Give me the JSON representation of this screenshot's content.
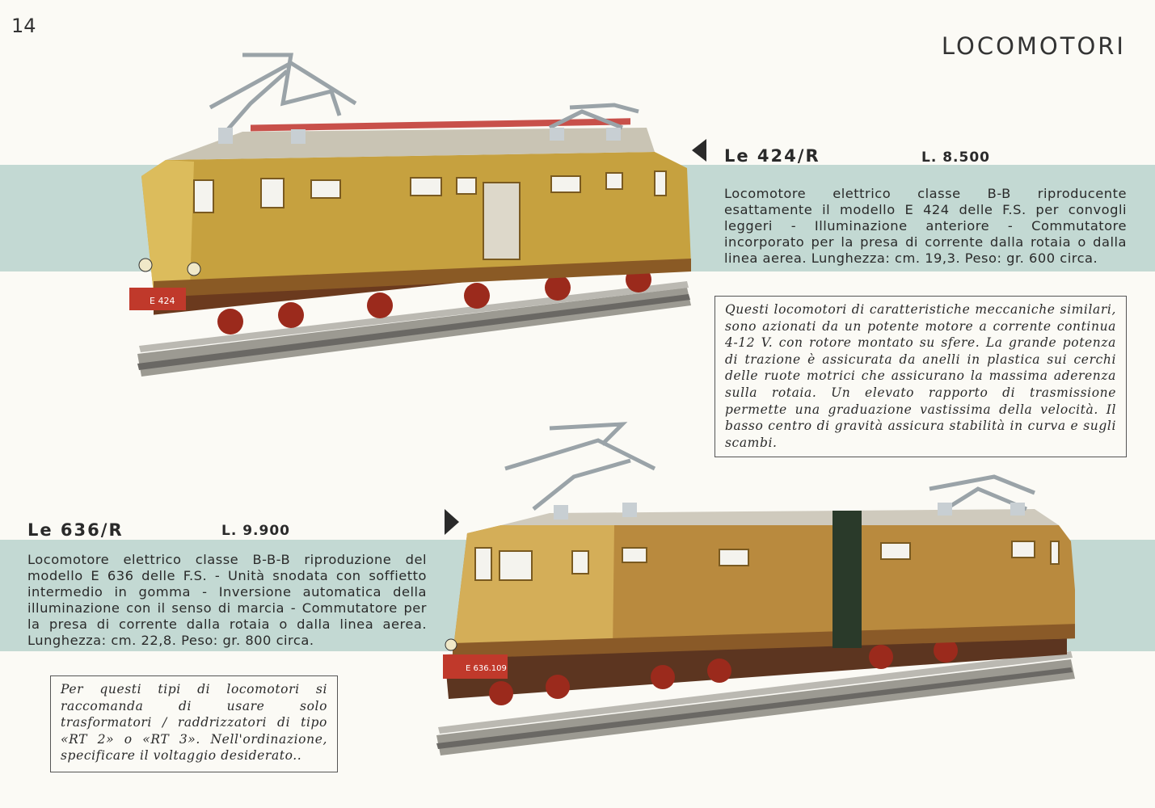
{
  "page": {
    "number": "14",
    "section_title": "LOCOMOTORI"
  },
  "products": [
    {
      "model": "Le 424/R",
      "price": "L. 8.500",
      "description": "Locomotore elettrico classe B-B riproducente esattamente il modello E 424 delle F.S. per convogli leggeri - Illuminazione anteriore - Commutatore incorporato per la presa di corrente dalla rotaia o dalla linea aerea. Lunghezza: cm. 19,3. Peso: gr. 600 circa.",
      "plate": "E 424"
    },
    {
      "model": "Le 636/R",
      "price": "L. 9.900",
      "description": "Locomotore elettrico classe B-B-B riproduzione del modello E 636 delle F.S. - Unità snodata con soffietto intermedio in gomma - Inversione automatica della illuminazione con il senso di marcia - Commutatore per la presa di corrente dalla rotaia o dalla linea aerea. Lunghezza: cm. 22,8. Peso: gr. 800 circa.",
      "plate": "E 636.109"
    }
  ],
  "notes": {
    "mechanics": "Questi locomotori di caratteristiche meccaniche similari, sono azionati da un potente motore a corrente continua 4-12 V. con rotore montato su sfere. La grande potenza di trazione è assicurata da anelli in plastica sui cerchi delle ruote motrici che assicurano la massima aderenza sulla rotaia. Un elevato rapporto di trasmissione permette una graduazione vastissima della velocità. Il basso centro di gravità assicura stabilità in curva e sugli scambi.",
    "transformers": "Per questi tipi di locomotori si raccomanda di usare solo trasformatori / raddrizzatori di tipo «RT 2» o «RT 3». Nell'ordinazione, specificare il voltaggio desiderato.."
  }
}
